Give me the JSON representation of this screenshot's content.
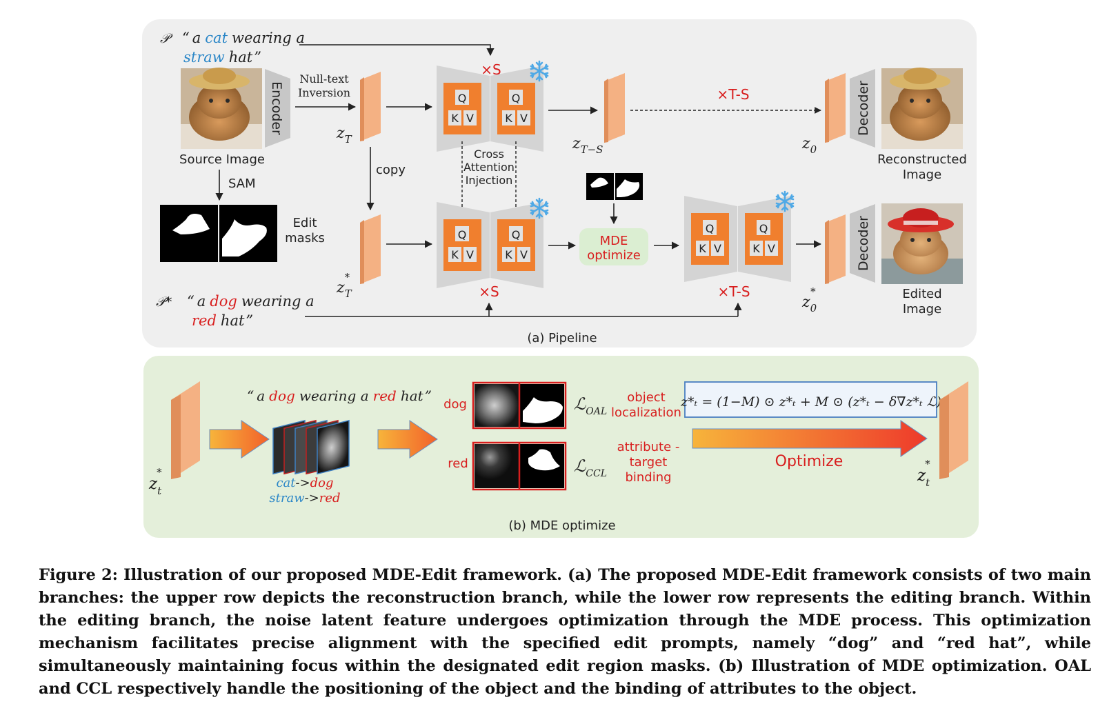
{
  "pipeline": {
    "panel_label": "(a) Pipeline",
    "source_prompt": {
      "symbol": "𝒫",
      "open_quote": "“",
      "w1": "a",
      "w2": "cat",
      "w3": "wearing a",
      "w4": "straw",
      "w5": "hat",
      "close_quote": "”"
    },
    "target_prompt": {
      "symbol": "𝒫*",
      "open_quote": "“",
      "w1": "a",
      "w2": "dog",
      "w3": "wearing a",
      "w4": "red",
      "w5": "hat",
      "close_quote": "”"
    },
    "encoder_label": "Encoder",
    "decoder_label": "Decoder",
    "source_image_label": "Source Image",
    "sam_label": "SAM",
    "edit_masks_label": [
      "Edit",
      "masks"
    ],
    "null_text_label": [
      "Null-text",
      "Inversion"
    ],
    "copy_label": "copy",
    "cross_attention_label": [
      "Cross",
      "Attention",
      "Injection"
    ],
    "times_s": "×S",
    "times_t_s": "×T-S",
    "q": "Q",
    "k": "K",
    "v": "V",
    "mde_box": [
      "MDE",
      "optimize"
    ],
    "reconstructed_label": [
      "Reconstructed",
      "Image"
    ],
    "edited_label": [
      "Edited",
      "Image"
    ],
    "z_t": {
      "base": "z",
      "sub": "T"
    },
    "z_t_star": {
      "base": "z",
      "sub": "T",
      "sup": "*"
    },
    "z_t_minus_s": {
      "base": "z",
      "sub": "T−S"
    },
    "z_0": {
      "base": "z",
      "sub": "0"
    },
    "z_0_star": {
      "base": "z",
      "sub": "0",
      "sup": "*"
    }
  },
  "mde": {
    "panel_label": "(b) MDE optimize",
    "prompt": {
      "open_quote": "“",
      "w1": "a",
      "w2": "dog",
      "w3": "wearing a",
      "w4": "red",
      "w5": "hat",
      "close_quote": "”"
    },
    "swap1": {
      "from": "cat",
      "arrow": "->",
      "to": "dog"
    },
    "swap2": {
      "from": "straw",
      "arrow": "->",
      "to": "red"
    },
    "row1_word": "dog",
    "row2_word": "red",
    "loss_oal": {
      "base": "ℒ",
      "sub": "OAL"
    },
    "loss_ccl": {
      "base": "ℒ",
      "sub": "CCL"
    },
    "object_localization": [
      "object",
      "localization"
    ],
    "attribute_binding": [
      "attribute -",
      "target",
      "binding"
    ],
    "formula": "z*ₜ = (1−M) ⊙ z*ₜ + M ⊙ (z*ₜ − δ∇z*ₜ ℒ)",
    "optimize_label": "Optimize",
    "z_t_star": {
      "base": "z",
      "sub": "t",
      "sup": "*"
    }
  },
  "colors": {
    "panel_a_bg": "#efefef",
    "panel_b_bg": "#e4efda",
    "accent_orange": "#f07f2e",
    "latent_orange": "#f4b183",
    "red_text": "#d81e1e",
    "blue_text": "#2a86c7",
    "mde_box_bg": "#dbeed2",
    "snowflake": "#4fa9e6"
  },
  "caption": "Figure 2: Illustration of our proposed MDE-Edit framework. (a) The proposed MDE-Edit framework consists of two main branches: the upper row depicts the reconstruction branch, while the lower row represents the editing branch. Within the editing branch, the noise latent feature undergoes optimization through the MDE process. This optimization mechanism facilitates precise alignment with the specified edit prompts, namely “dog” and “red hat”, while simultaneously maintaining focus within the designated edit region masks. (b) Illustration of MDE optimization. OAL and CCL respectively handle the positioning of the object and the binding of attributes to the object."
}
